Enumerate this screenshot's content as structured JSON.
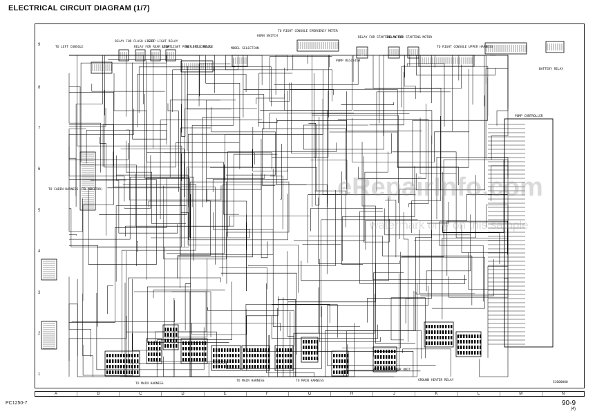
{
  "title": "ELECTRICAL CIRCUIT DIAGRAM (1/7)",
  "model": "PC1250-7",
  "page_number": "90-9",
  "page_sub": "(4)",
  "watermark_main": "eRepairInfo.com",
  "watermark_sub": "watermark only on this sample",
  "row_labels": [
    "9",
    "8",
    "7",
    "6",
    "5",
    "4",
    "3",
    "2",
    "1"
  ],
  "column_labels": [
    "A",
    "B",
    "C",
    "D",
    "E",
    "F",
    "G",
    "H",
    "J",
    "K",
    "L",
    "M",
    "N"
  ],
  "labels": {
    "to_left_console_1": "TO LEFT CONSOLE",
    "to_left_console_2": "TO LEFT CONSOLE",
    "relay_flash": "RELAY FOR FLASH LIGHT",
    "relay_rear": "RELAY FOR REAR LIGHT",
    "stop_light": "STOP LIGHT RELAY",
    "stop_power": "STOP LIGHT POWER HOLD RELAY",
    "model_selection": "MODEL SELECTION",
    "horn_switch": "HORN SWITCH",
    "to_right_console_meter": "TO RIGHT CONSOLE EMERGENCY METER",
    "pump_resistor": "PUMP RESISTOR",
    "relay_starting": "RELAY FOR STARTING MOTOR",
    "relay_starting_2": "RELAY FOR STARTING MOTOR",
    "to_right_console_upper": "TO RIGHT CONSOLE UPPER HARNESS",
    "battery_relay": "BATTERY RELAY",
    "pump_controller": "PUMP CONTROLLER",
    "to_cabin_harness": "TO CABIN HARNESS (TO MONITOR)",
    "to_main_harness_1": "TO MAIN HARNESS",
    "to_main_harness_2": "TO MAIN HARNESS",
    "to_main_harness_3": "TO MAIN HARNESS",
    "air_conditioner": "AIR CONDITIONER UNIT",
    "ground_relay": "GROUND HEATER RELAY",
    "drawing_no": "SJ000000"
  }
}
